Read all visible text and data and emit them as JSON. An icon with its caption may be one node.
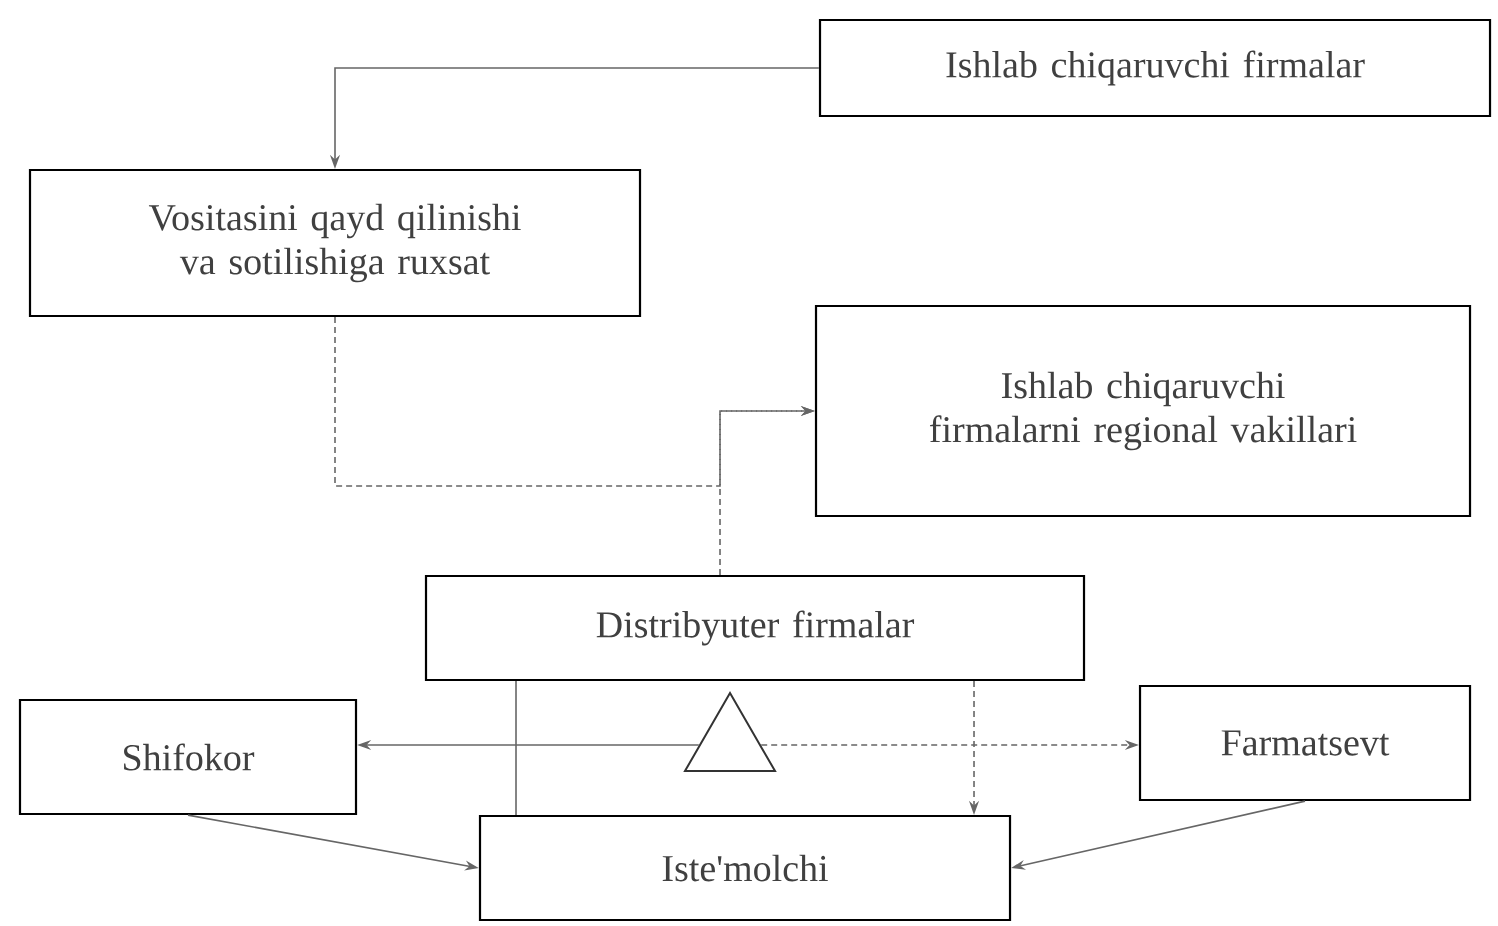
{
  "diagram": {
    "nodes": [
      {
        "text": [
          "Ishlab chiqaruvchi firmalar"
        ]
      },
      {
        "text": [
          "Vositasini qayd qilinishi va sotilishiga ruxsat"
        ]
      },
      {
        "text": [
          "Ishlab chiqaruvchi firmalarni regional vakillari"
        ]
      },
      {
        "text": [
          "Distribyuter firmalar"
        ]
      },
      {
        "text": [
          "Shifokor"
        ]
      },
      {
        "text": [],
        "shape": "triangle"
      },
      {
        "text": [
          "Farmatsevt"
        ]
      },
      {
        "text": [
          "Iste'molchi"
        ]
      }
    ],
    "edges": [
      {
        "from": 0,
        "to": 1,
        "arrow": "to"
      },
      {
        "from": 1,
        "to": 2,
        "arrow": "to",
        "style": "dashed"
      },
      {
        "from": 3,
        "to": 2,
        "arrow": "to",
        "style": "dashed"
      },
      {
        "from": 5,
        "to": 4,
        "arrow": "to"
      },
      {
        "from": 5,
        "to": 6,
        "arrow": "to",
        "style": "dashed"
      },
      {
        "from": 3,
        "to": 7,
        "arrow": "none"
      },
      {
        "from": 3,
        "to": 7,
        "arrow": "to",
        "style": "dashed"
      },
      {
        "from": 4,
        "to": 7,
        "arrow": "to"
      },
      {
        "from": 6,
        "to": 7,
        "arrow": "to"
      }
    ]
  }
}
